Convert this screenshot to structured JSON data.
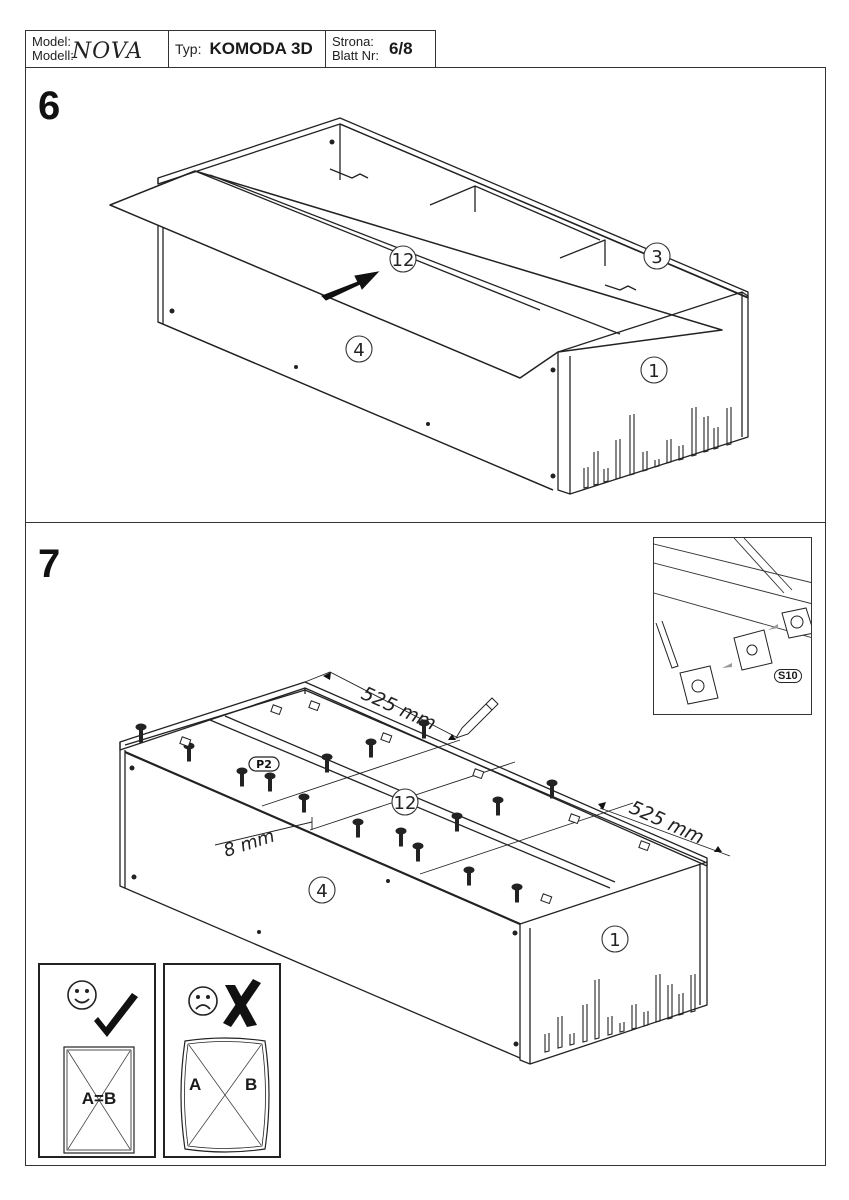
{
  "header": {
    "model_label_1": "Model:",
    "model_label_2": "Modell:",
    "model_name": "NOVA",
    "type_label": "Typ:",
    "type_value": "KOMODA 3D",
    "page_label_1": "Strona:",
    "page_label_2": "Blatt Nr:",
    "page_value": "6/8"
  },
  "step6": {
    "number": "6",
    "parts": {
      "top_panel": "12",
      "back_rail": "3",
      "side_panel": "4",
      "end_panel": "1"
    }
  },
  "step7": {
    "number": "7",
    "parts": {
      "top_panel": "12",
      "side_panel": "4",
      "end_panel": "1"
    },
    "screw_tag": "P2",
    "dimension_left": "525 mm",
    "dimension_right": "525 mm",
    "edge_offset": "8 mm",
    "inset": {
      "part_tag": "S10"
    },
    "diagonal_check": {
      "correct": {
        "label": "A=B",
        "icon": "smiley-face-icon",
        "mark": "checkmark-icon"
      },
      "wrong": {
        "label_a": "A",
        "label_b": "B",
        "icon": "sad-face-icon",
        "mark": "cross-icon"
      }
    }
  }
}
